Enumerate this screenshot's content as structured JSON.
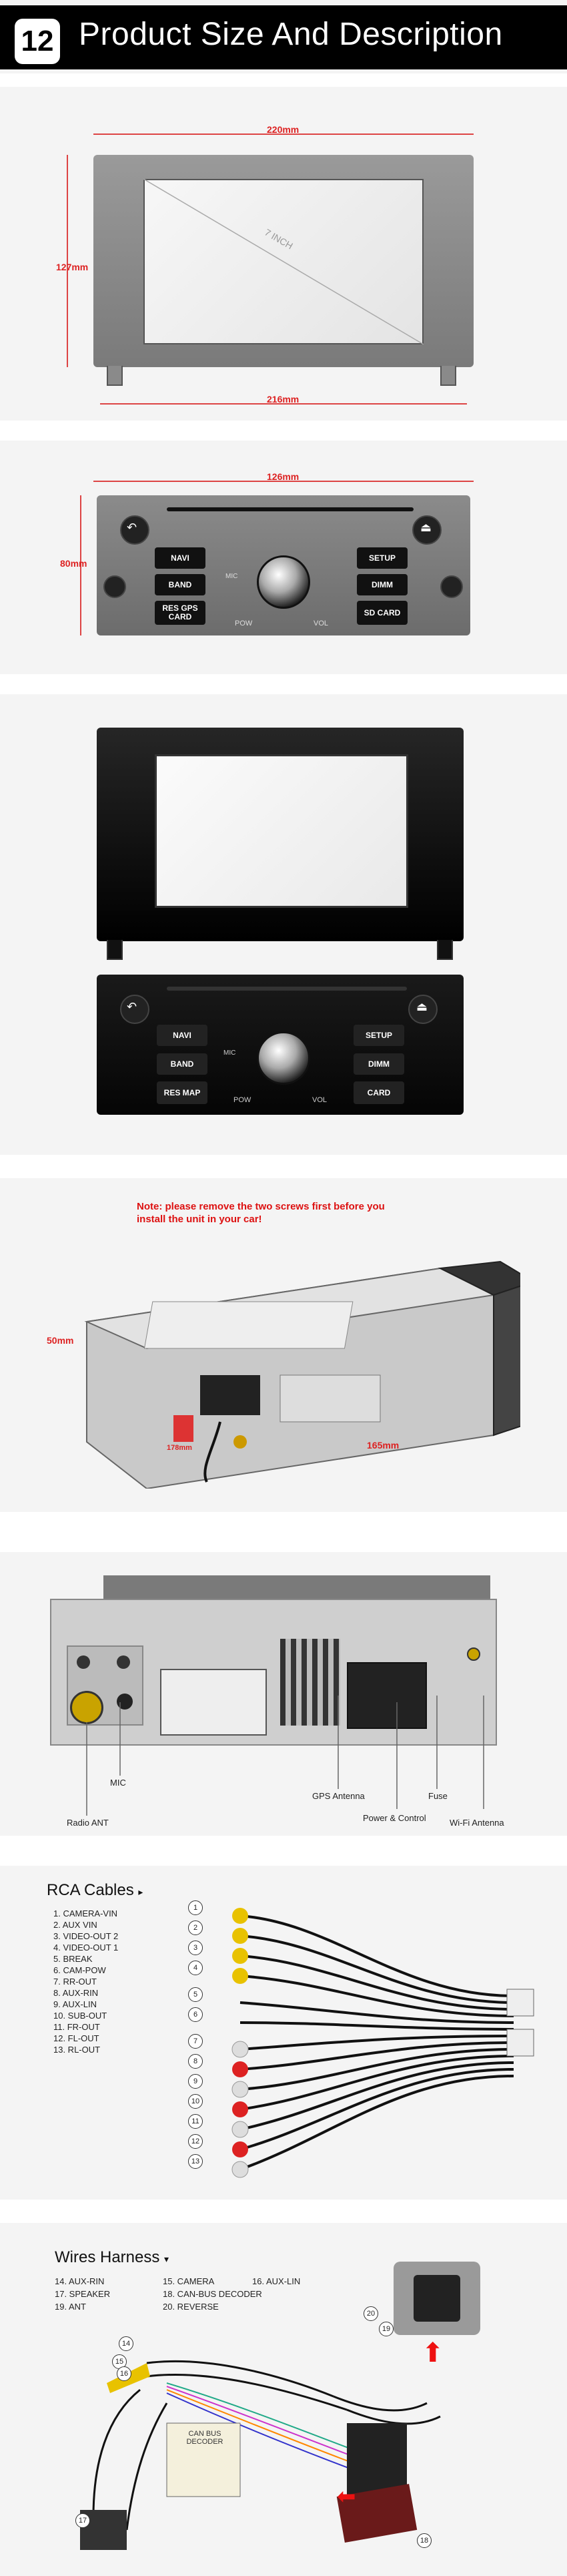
{
  "header": {
    "number": "12",
    "title": "Product Size And Description"
  },
  "dimensions": {
    "frame_top_width": "220mm",
    "frame_height": "127mm",
    "frame_bottom_width": "216mm",
    "frame_screen": "7 INCH",
    "panel_width": "126mm",
    "panel_height": "80mm",
    "rear_height": "50mm",
    "rear_depth": "178mm",
    "rear_length": "165mm"
  },
  "panel_buttons": {
    "navi": "NAVI",
    "band": "BAND",
    "res_gps": "RES GPS CARD",
    "setup": "SETUP",
    "dimm": "DIMM",
    "sd_card": "SD CARD",
    "mic": "MIC",
    "pow": "POW",
    "vol": "VOL"
  },
  "black_panel_buttons": {
    "navi": "NAVI",
    "band": "BAND",
    "res_map": "RES MAP",
    "setup": "SETUP",
    "dimm": "DIMM",
    "card": "CARD",
    "mic": "MIC",
    "pow": "POW",
    "vol": "VOL"
  },
  "rear_note": "Note: please remove the two screws first before you install the unit in your car!",
  "back_labels": {
    "mic": "MIC",
    "radio_ant": "Radio ANT",
    "gps_antenna": "GPS Antenna",
    "power_control": "Power & Control",
    "fuse": "Fuse",
    "wifi_antenna": "Wi-Fi Antenna"
  },
  "rca": {
    "title": "RCA Cables",
    "items": [
      "1. CAMERA-VIN",
      "2. AUX VIN",
      "3. VIDEO-OUT 2",
      "4. VIDEO-OUT 1",
      "5. BREAK",
      "6. CAM-POW",
      "7. RR-OUT",
      "8. AUX-RIN",
      "9. AUX-LIN",
      "10. SUB-OUT",
      "11. FR-OUT",
      "12. FL-OUT",
      "13. RL-OUT"
    ],
    "numbers": [
      "1",
      "2",
      "3",
      "4",
      "5",
      "6",
      "7",
      "8",
      "9",
      "10",
      "11",
      "12",
      "13"
    ]
  },
  "harness": {
    "title": "Wires Harness",
    "items": [
      "14. AUX-RIN",
      "15. CAMERA",
      "16. AUX-LIN",
      "17. SPEAKER",
      "18. CAN-BUS DECODER",
      "19. ANT",
      "20. REVERSE"
    ],
    "numbers": [
      "14",
      "15",
      "16",
      "17",
      "18",
      "19",
      "20"
    ],
    "decoder_label": "CAN BUS DECODER"
  },
  "colors": {
    "accent_red": "#dd2222",
    "header_bg": "#000000"
  }
}
